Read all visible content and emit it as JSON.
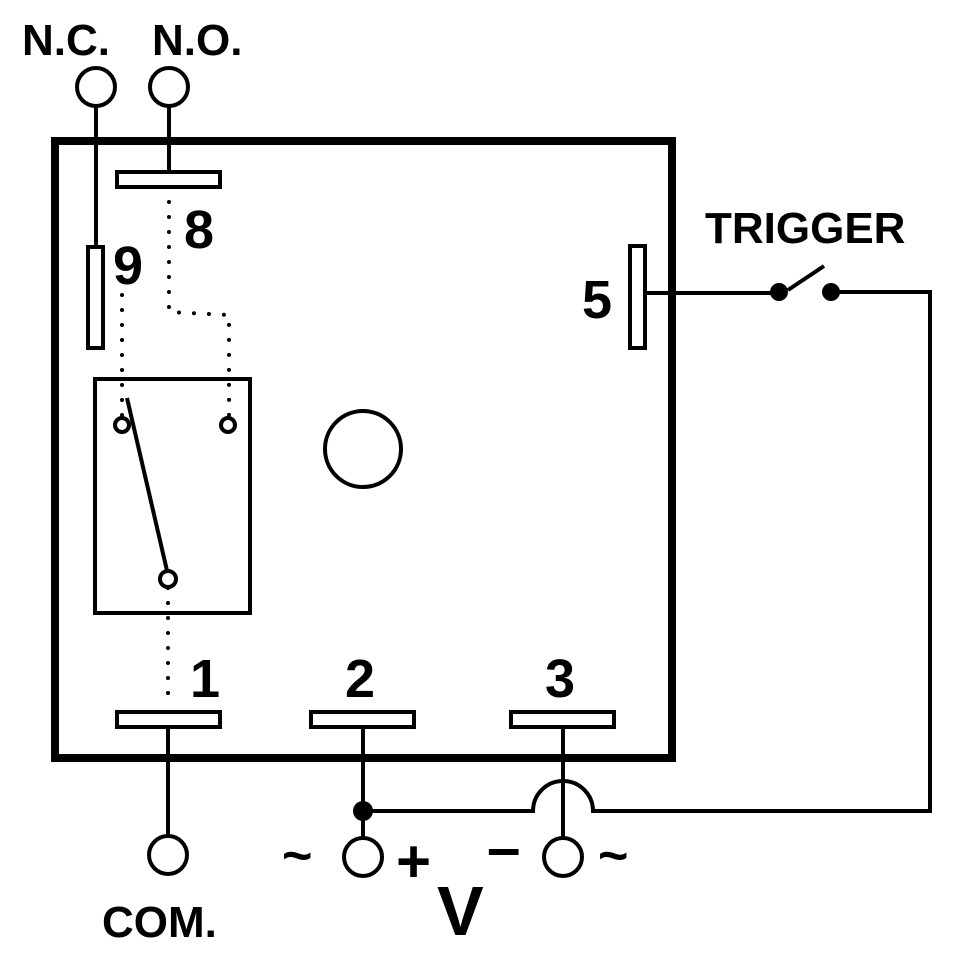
{
  "diagram": {
    "title": "Relay timer wiring diagram",
    "stroke_color": "#000000",
    "background": "#ffffff"
  },
  "labels": {
    "nc": "N.C.",
    "no": "N.O.",
    "com": "COM.",
    "trigger": "TRIGGER",
    "voltage": "V",
    "plus": "+",
    "minus": "–",
    "ac_left": "~",
    "ac_right": "~"
  },
  "pins": [
    {
      "number": "1",
      "role": "common"
    },
    {
      "number": "2",
      "role": "supply-positive"
    },
    {
      "number": "3",
      "role": "supply-negative"
    },
    {
      "number": "5",
      "role": "trigger"
    },
    {
      "number": "8",
      "role": "normally-open"
    },
    {
      "number": "9",
      "role": "normally-closed"
    }
  ]
}
